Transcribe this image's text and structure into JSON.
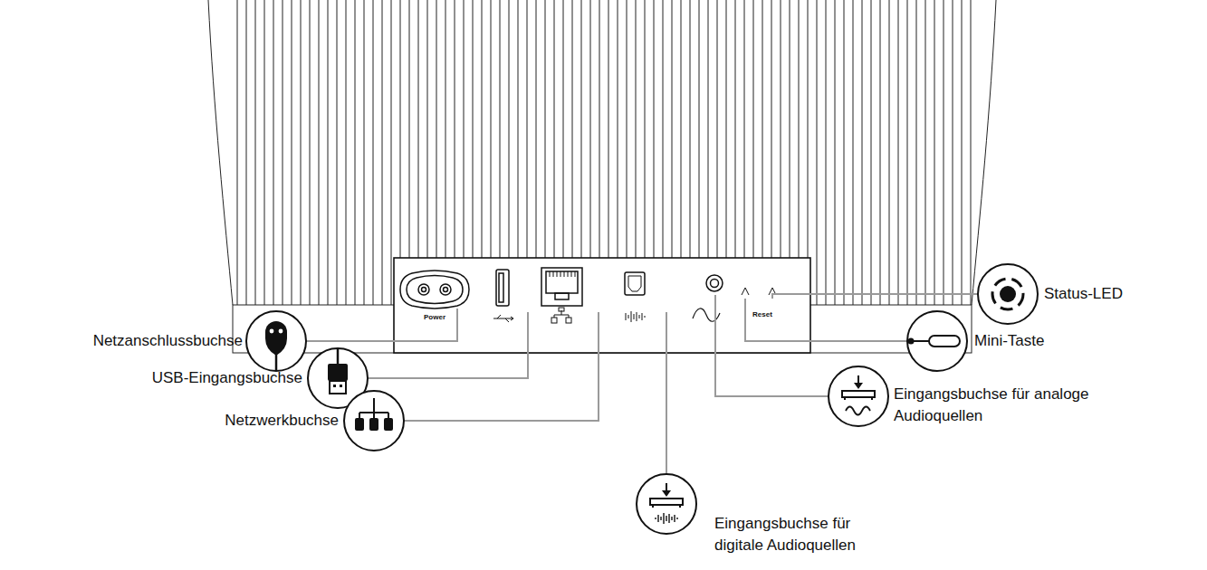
{
  "diagram": {
    "labels": [
      "Power",
      "Reset",
      "Netzanschlussbuchse",
      "USB-Eingangsbuchse",
      "Netzwerkbuchse",
      "Eingangsbuchse für digitale Audioquellen",
      "Status-LED",
      "Mini-Taste",
      "Eingangsbuchse für analoge Audioquellen"
    ]
  }
}
